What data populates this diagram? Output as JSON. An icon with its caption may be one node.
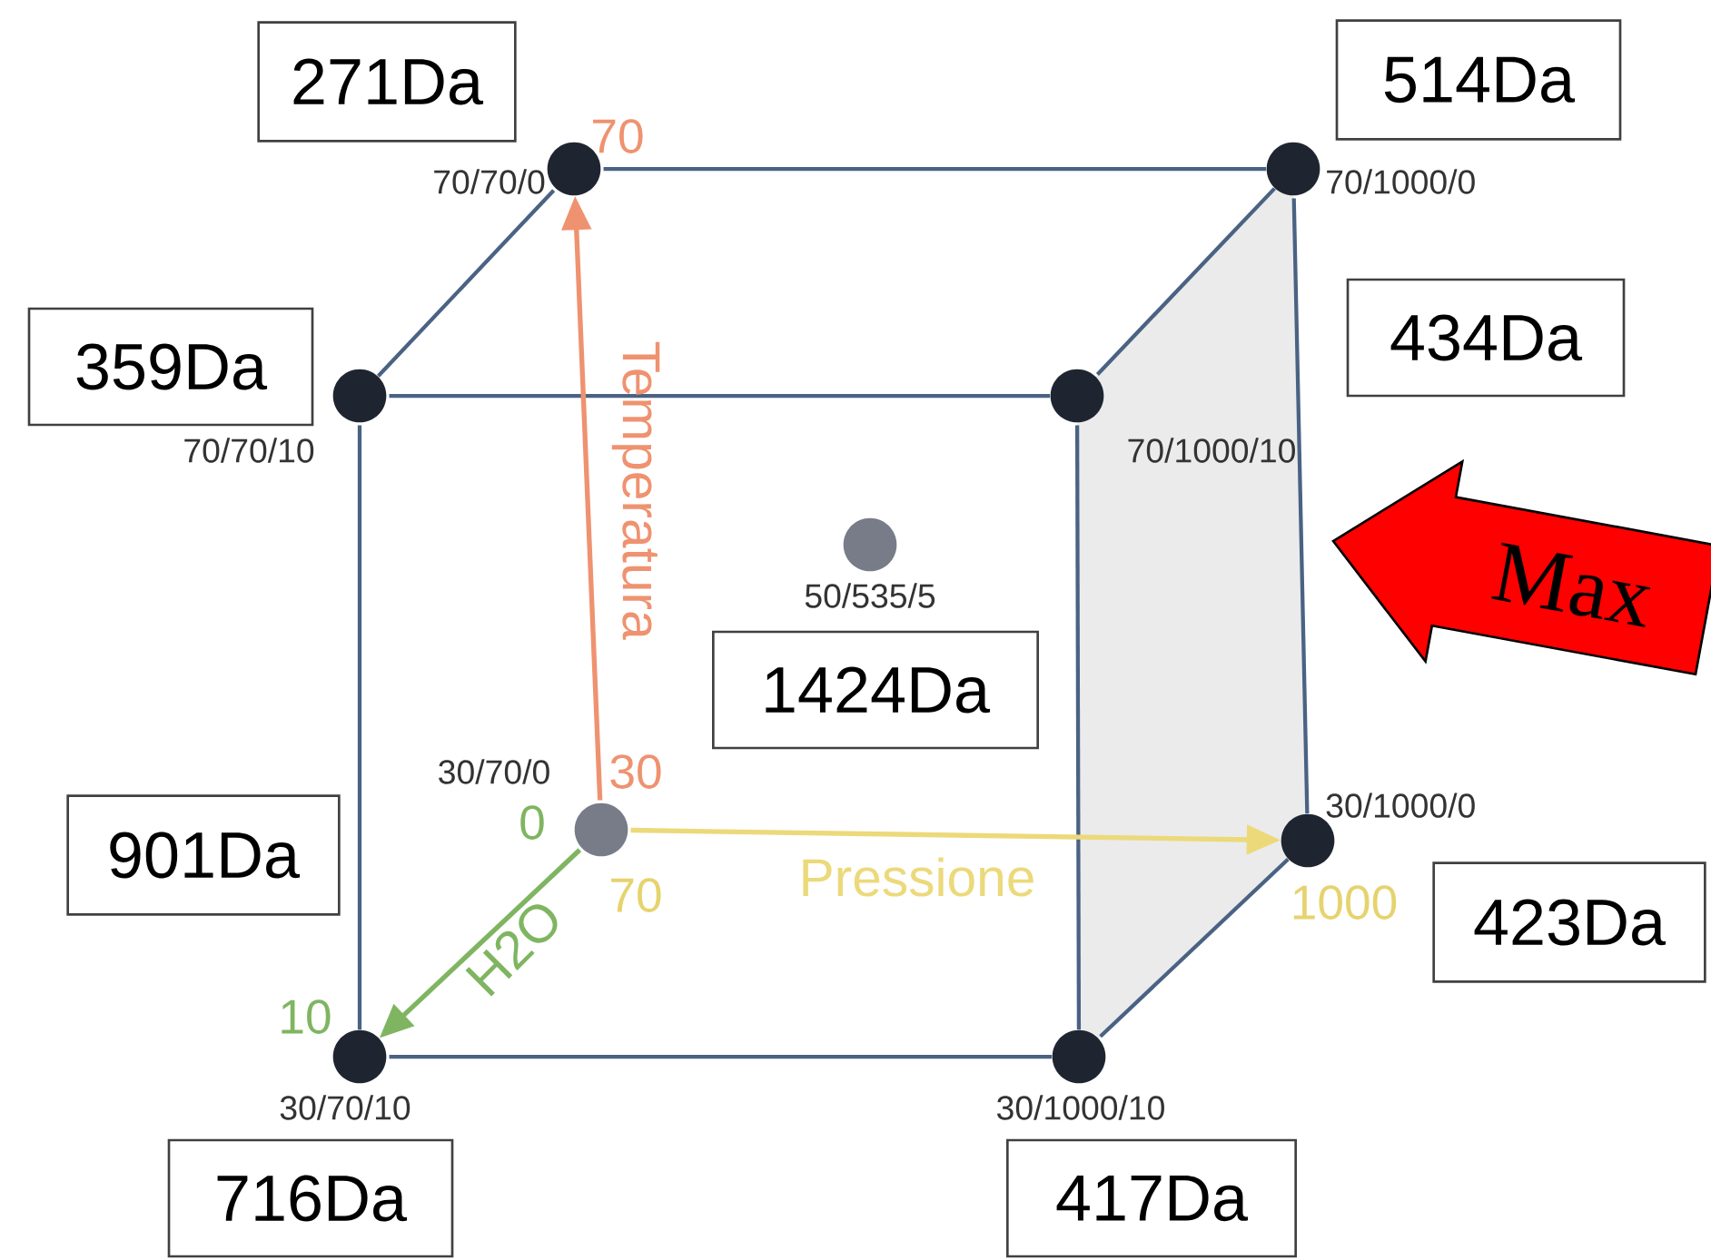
{
  "diagram": {
    "nodes": [
      {
        "text": [
          "271Da"
        ]
      },
      {
        "text": [
          "514Da"
        ]
      },
      {
        "text": [
          "359Da"
        ]
      },
      {
        "text": [
          "434Da"
        ]
      },
      {
        "text": [
          "1424Da"
        ]
      },
      {
        "text": [
          "901Da"
        ]
      },
      {
        "text": [
          "423Da"
        ]
      },
      {
        "text": [
          "716Da"
        ]
      },
      {
        "text": [
          "417Da"
        ]
      },
      {
        "text": [],
        "shape": "circle",
        "beside": [
          "70/70/0"
        ]
      },
      {
        "text": [],
        "shape": "circle",
        "beside": [
          "70/1000/0"
        ]
      },
      {
        "text": [],
        "shape": "circle",
        "beside": [
          "70/70/10"
        ]
      },
      {
        "text": [],
        "shape": "circle",
        "beside": [
          "70/1000/10"
        ]
      },
      {
        "text": [],
        "shape": "circle",
        "beside": [
          "50/535/5"
        ]
      },
      {
        "text": [],
        "shape": "circle",
        "beside": [
          "30/70/0"
        ]
      },
      {
        "text": [],
        "shape": "circle",
        "beside": [
          "30/1000/0"
        ]
      },
      {
        "text": [],
        "shape": "circle",
        "beside": [
          "30/70/10"
        ]
      },
      {
        "text": [],
        "shape": "circle",
        "beside": [
          "30/1000/10"
        ]
      },
      {
        "text": [
          "Max"
        ]
      }
    ],
    "edges": [
      {
        "from": 9,
        "to": 10,
        "arrow": "none"
      },
      {
        "from": 9,
        "to": 11,
        "arrow": "none"
      },
      {
        "from": 11,
        "to": 12,
        "arrow": "none"
      },
      {
        "from": 12,
        "to": 10,
        "arrow": "none"
      },
      {
        "from": 10,
        "to": 15,
        "arrow": "none"
      },
      {
        "from": 11,
        "to": 16,
        "arrow": "none"
      },
      {
        "from": 12,
        "to": 17,
        "arrow": "none"
      },
      {
        "from": 16,
        "to": 17,
        "arrow": "none"
      },
      {
        "from": 17,
        "to": 15,
        "arrow": "none"
      },
      {
        "from": 14,
        "to": 9,
        "arrow": "to",
        "label": "Temperatura",
        "color": "#ef9270"
      },
      {
        "from": 14,
        "to": 15,
        "arrow": "to",
        "label": "Pressione",
        "color": "#ecd97a"
      },
      {
        "from": 14,
        "to": 16,
        "arrow": "to",
        "label": "H2O",
        "color": "#7fb561"
      }
    ],
    "labels": [
      "70",
      "30",
      "0",
      "70",
      "1000",
      "10"
    ]
  }
}
